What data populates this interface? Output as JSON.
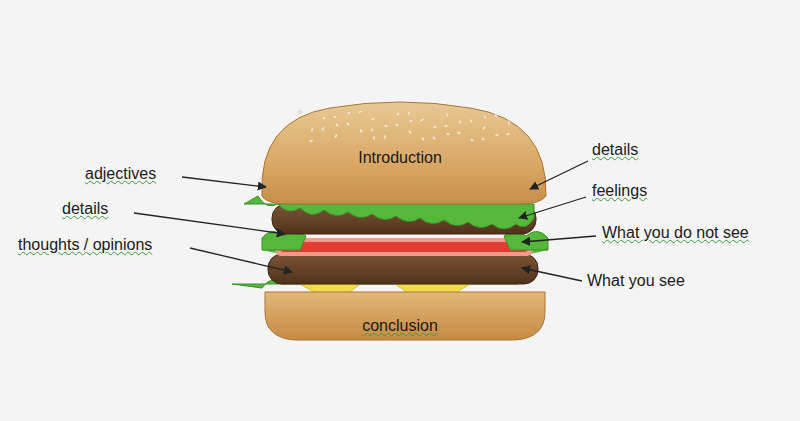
{
  "diagram": {
    "nodes": [
      {
        "text": [
          "Introduction"
        ]
      },
      {
        "text": [
          "conclusion"
        ]
      }
    ],
    "labels": [
      "adjectives",
      "details",
      "thoughts / opinions",
      "details",
      "feelings",
      "What you do not see",
      "What you see"
    ]
  }
}
